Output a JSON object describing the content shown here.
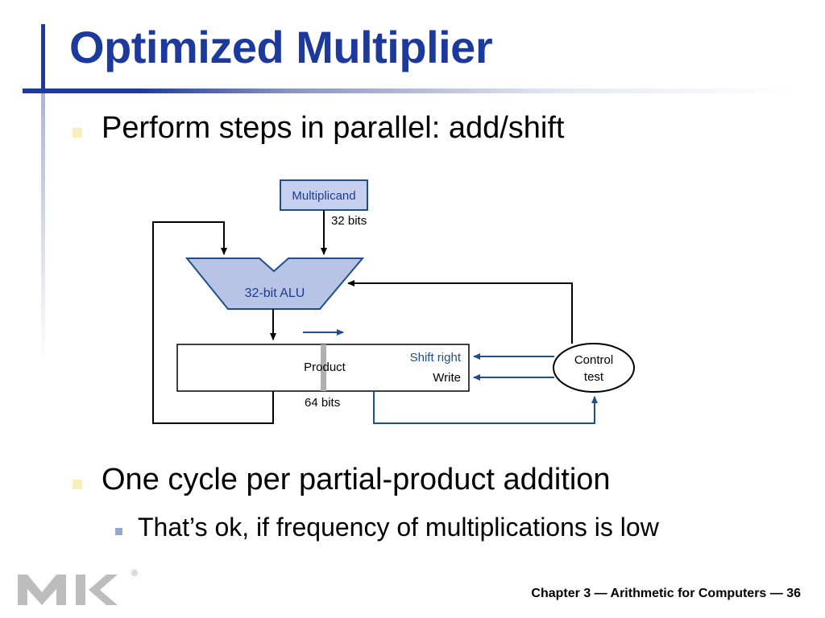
{
  "slide": {
    "title": "Optimized Multiplier",
    "bullets": [
      {
        "level": 1,
        "text": "Perform steps in parallel: add/shift"
      },
      {
        "level": 1,
        "text": "One cycle per partial-product addition"
      },
      {
        "level": 2,
        "text": "That’s ok, if frequency of multiplications is low"
      }
    ],
    "footer": "Chapter 3 — Arithmetic for Computers — 36"
  },
  "diagram": {
    "multiplicand_label": "Multiplicand",
    "multiplicand_width": "32 bits",
    "alu_label": "32-bit ALU",
    "product_label": "Product",
    "product_width": "64 bits",
    "shift_right_label": "Shift right",
    "write_label": "Write",
    "control_label_line1": "Control",
    "control_label_line2": "test"
  },
  "colors": {
    "title": "#1c3a9e",
    "accent_bar": "#1f3a9e",
    "alu_fill": "#b7c4e6",
    "multiplicand_fill": "#c6d0ee",
    "control_path": "#1f4e8c",
    "bullet_l1": "#f3f0b8",
    "bullet_l2": "#94a8d0"
  },
  "logo": {
    "name": "mk-logo",
    "registered_mark": "®"
  }
}
